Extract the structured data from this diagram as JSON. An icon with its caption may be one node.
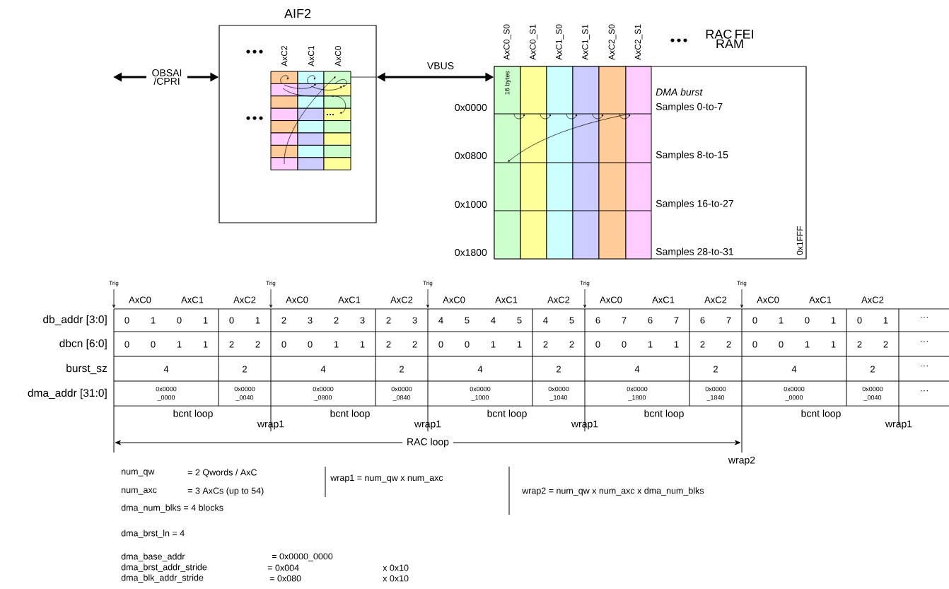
{
  "diagram": {
    "nodes": [
      {
        "text": [
          "AIF2"
        ]
      },
      {
        "text": [
          "RAC FEI RAM"
        ]
      }
    ],
    "edges": [
      {
        "from": null,
        "to": 0,
        "arrow": "both",
        "label": "OBSAI /CPRI"
      },
      {
        "from": 0,
        "to": 1,
        "arrow": "both",
        "label": "VBUS"
      }
    ],
    "labels": [
      "AxC2",
      "AxC1",
      "AxC0",
      "AxC0_S0",
      "AxC0_S1",
      "AxC1_S0",
      "AxC1_S1",
      "AxC2_S0",
      "AxC2_S1",
      "16 bytes",
      "DMA burst",
      "0x0000",
      "Samples 0-to-7",
      "0x0800",
      "Samples 8-to-15",
      "0x1000",
      "Samples 16-to-27",
      "0x1800",
      "Samples 28-to-31",
      "0x1FFF",
      "Trig",
      "Trig",
      "Trig",
      "Trig",
      "Trig",
      "AxC0",
      "AxC1",
      "AxC2",
      "AxC0",
      "AxC1",
      "AxC2",
      "AxC0",
      "AxC1",
      "AxC2",
      "AxC0",
      "AxC1",
      "AxC2",
      "AxC0",
      "AxC1",
      "AxC2",
      "db_addr [3:0]",
      "0",
      "1",
      "0",
      "1",
      "0",
      "1",
      "2",
      "3",
      "2",
      "3",
      "2",
      "3",
      "4",
      "5",
      "4",
      "5",
      "4",
      "5",
      "6",
      "7",
      "6",
      "7",
      "6",
      "7",
      "0",
      "1",
      "0",
      "1",
      "0",
      "1",
      "···",
      "dbcn [6:0]",
      "0",
      "0",
      "1",
      "1",
      "2",
      "2",
      "0",
      "0",
      "1",
      "1",
      "2",
      "2",
      "0",
      "0",
      "1",
      "1",
      "2",
      "2",
      "0",
      "0",
      "1",
      "1",
      "2",
      "2",
      "0",
      "0",
      "1",
      "1",
      "2",
      "2",
      "···",
      "burst_sz",
      "4",
      "2",
      "4",
      "2",
      "4",
      "2",
      "4",
      "2",
      "4",
      "2",
      "···",
      "dma_addr [31:0]",
      "0x0000 _0000",
      "0x0000 _0040",
      "0x0000 _0800",
      "0x0000 _0840",
      "0x0000 _1000",
      "0x0000 _1040",
      "0x0000 _1800",
      "0x0000 _1840",
      "0x0000 _0000",
      "0x0000 _0040",
      "···",
      "bcnt loop",
      "wrap1",
      "bcnt loop",
      "wrap1",
      "bcnt loop",
      "wrap1",
      "bcnt loop",
      "bcnt loop",
      "wrap1",
      "RAC loop",
      "wrap2",
      "num_qw",
      "= 2 Qwords / AxC",
      "wrap1 = num_qw x num_axc",
      "num_axc",
      "= 3 AxCs (up to 54)",
      "wrap2 = num_qw x num_axc x dma_num_blks",
      "dma_num_blks = 4 blocks",
      "dma_brst_ln = 4",
      "dma_base_addr",
      "= 0x0000_0000",
      "dma_brst_addr_stride",
      "= 0x004",
      "x 0x10",
      "dma_blk_addr_stride",
      "= 0x080",
      "x 0x10"
    ]
  }
}
